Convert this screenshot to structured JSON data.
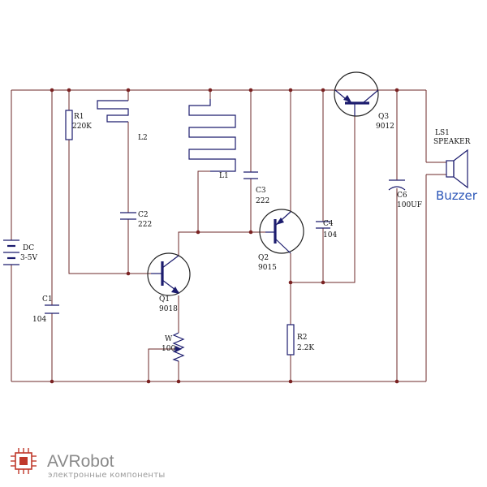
{
  "components": {
    "r1": {
      "ref": "R1",
      "value": "220K"
    },
    "l2": {
      "ref": "L2"
    },
    "l1": {
      "ref": "L1"
    },
    "c2": {
      "ref": "C2",
      "value": "222"
    },
    "c3": {
      "ref": "C3",
      "value": "222"
    },
    "c4": {
      "ref": "C4",
      "value": "104"
    },
    "c1": {
      "ref": "C1",
      "value": "104"
    },
    "c6": {
      "ref": "C6",
      "value": "100UF"
    },
    "q1": {
      "ref": "Q1",
      "value": "9018"
    },
    "q2": {
      "ref": "Q2",
      "value": "9015"
    },
    "q3": {
      "ref": "Q3",
      "value": "9012"
    },
    "w": {
      "ref": "W",
      "value": "100"
    },
    "r2": {
      "ref": "R2",
      "value": "2.2K"
    },
    "dc": {
      "ref": "DC",
      "value": "3-5V"
    },
    "ls1": {
      "ref": "LS1",
      "value": "SPEAKER"
    }
  },
  "buzzer_label": "Buzzer",
  "brand": {
    "name": "AVRobot",
    "tagline": "электронные компоненты"
  },
  "colors": {
    "wire": "#6e2a2a",
    "part": "#1c1c6e",
    "buzzer_text": "#2b56b8",
    "brand": "#8a8a8a"
  }
}
